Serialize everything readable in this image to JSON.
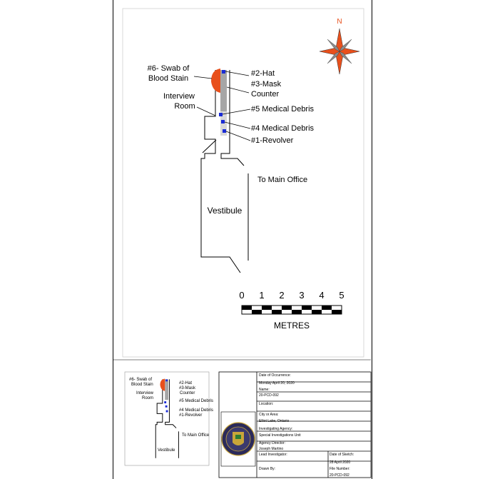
{
  "diagram": {
    "compass": {
      "north_label": "N"
    },
    "rooms": {
      "interview_room": "Interview\nRoom",
      "vestibule": "Vestibule",
      "main_office": "To Main Office"
    },
    "evidence": [
      {
        "id": "swab",
        "label": "#6- Swab of\nBlood Stain"
      },
      {
        "id": "hat",
        "label": "#2-Hat"
      },
      {
        "id": "mask",
        "label": "#3-Mask"
      },
      {
        "id": "counter",
        "label": "Counter"
      },
      {
        "id": "debris5",
        "label": "#5 Medical Debris"
      },
      {
        "id": "debris4",
        "label": "#4 Medical Debris"
      },
      {
        "id": "revolver",
        "label": "#1-Revolver"
      }
    ],
    "scale_bar": {
      "ticks": [
        "0",
        "1",
        "2",
        "3",
        "4",
        "5"
      ],
      "unit": "METRES"
    },
    "colors": {
      "blood": "#e8501c",
      "marker": "#1a2bd6",
      "counter": "#a6a6a6",
      "compass_orange": "#e8501c",
      "compass_gray": "#8a8a8a"
    }
  },
  "title_block": {
    "date_of_occurrence_label": "Date of Occurrence:",
    "date_of_occurrence": "Monday April 20, 2020",
    "name_label": "Name:",
    "name": "20-PCD-092",
    "location_label": "Location:",
    "location": "",
    "city_label": "City or Area:",
    "city": "Elliot Lake, Ontario",
    "agency_label": "Investigating Agency:",
    "agency": "Special Investigations Unit",
    "director_label": "Agency Director:",
    "director": "Joseph Martino",
    "lead_label": "Lead Investigator:",
    "lead": "",
    "sketch_date_label": "Date of Sketch:",
    "sketch_date": "28 April 2020",
    "drawn_by_label": "Drawn By:",
    "drawn_by": "",
    "file_number_label": "File Number:",
    "file_number": "20-PCD-092"
  }
}
